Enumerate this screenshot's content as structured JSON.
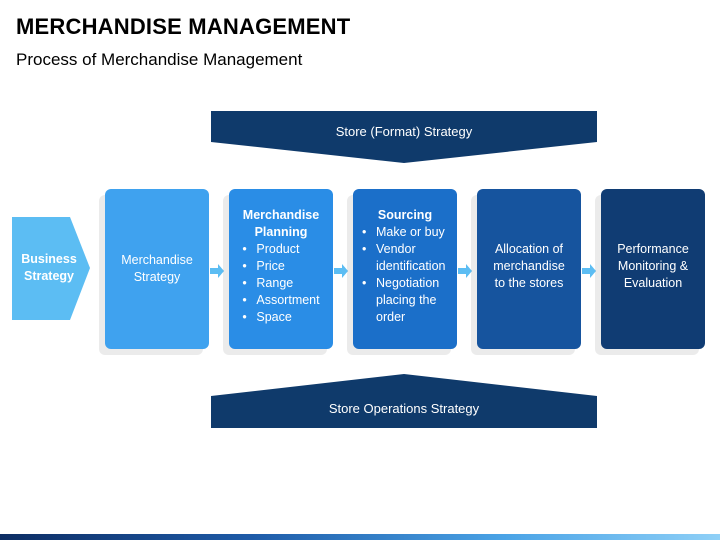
{
  "title": "MERCHANDISE MANAGEMENT",
  "subtitle": "Process of Merchandise Management",
  "top_banner": "Store (Format) Strategy",
  "bottom_banner": "Store Operations Strategy",
  "business_strategy": [
    "Business",
    "Strategy"
  ],
  "cards": [
    {
      "lines": [
        "Merchandise",
        "Strategy"
      ],
      "color": "#3fa2ef"
    },
    {
      "head": [
        "Merchandise",
        "Planning"
      ],
      "items": [
        "Product",
        "Price",
        "Range",
        "Assortment",
        "Space"
      ],
      "color": "#2a8de6"
    },
    {
      "head": [
        "Sourcing"
      ],
      "items": [
        "Make or buy",
        "Vendor identification",
        "Negotiation placing the order"
      ],
      "color": "#1b6fc9"
    },
    {
      "lines": [
        "Allocation of",
        "merchandise",
        "to the stores"
      ],
      "color": "#16549e"
    },
    {
      "lines": [
        "Performance",
        "Monitoring &",
        "Evaluation"
      ],
      "color": "#103c73"
    }
  ],
  "colors": {
    "banner": "#0f3a6b",
    "business_strategy": "#5cbdf3",
    "connector": "#5cbdf3"
  }
}
